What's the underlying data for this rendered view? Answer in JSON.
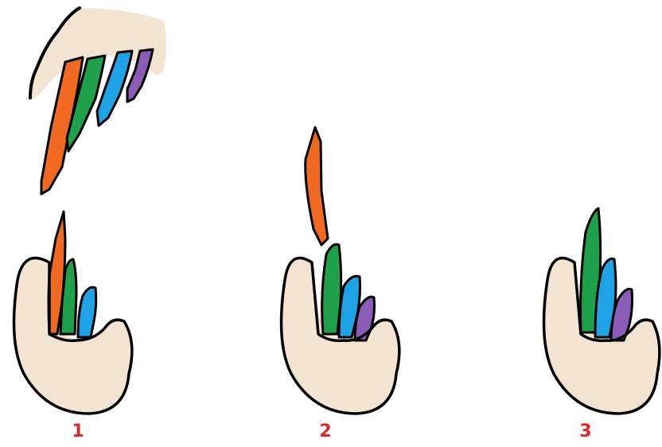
{
  "labels": {
    "step_1": "1",
    "step_2": "2",
    "step_3": "3"
  },
  "colors": {
    "gum": "#f4e4d2",
    "outline": "#000000",
    "orange": "#f26a22",
    "green": "#1fa04a",
    "blue": "#1ea2e6",
    "purple": "#8a5cb6",
    "label": "#e0272c",
    "background": "#ffffff"
  }
}
